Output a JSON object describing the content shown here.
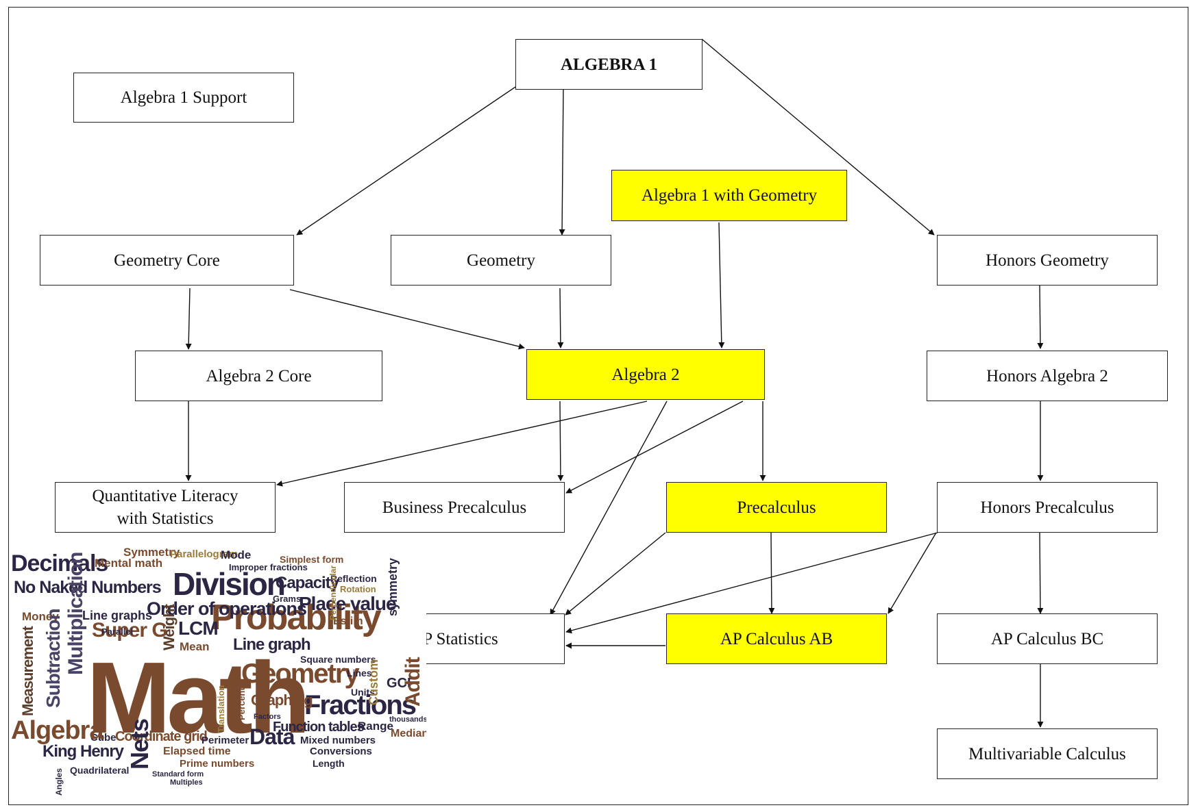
{
  "nodes": {
    "algebra1": "ALGEBRA 1",
    "algebra1_support": "Algebra 1 Support",
    "algebra1_geometry": "Algebra 1 with Geometry",
    "geometry_core": "Geometry Core",
    "geometry": "Geometry",
    "honors_geometry": "Honors Geometry",
    "algebra2_core": "Algebra 2 Core",
    "algebra2": "Algebra 2",
    "honors_algebra2": "Honors Algebra 2",
    "quant_literacy_line1": "Quantitative Literacy",
    "quant_literacy_line2": "with Statistics",
    "business_precalc": "Business Precalculus",
    "precalculus": "Precalculus",
    "honors_precalc": "Honors Precalculus",
    "ap_statistics": "AP Statistics",
    "ap_calc_ab": "AP Calculus AB",
    "ap_calc_bc": "AP Calculus BC",
    "multivariable": "Multivariable Calculus"
  },
  "word_cloud": {
    "w_math": "Math",
    "w_probability": "Probability",
    "w_division": "Division",
    "w_decimals": "Decimals",
    "w_no_naked": "No Naked Numbers",
    "w_order_ops": "Order of operations",
    "w_place_value": "Place value",
    "w_geometry": "Geometry",
    "w_fractions": "Fractions",
    "w_algebra": "Algebra",
    "w_data": "Data",
    "w_nets": "Nets",
    "w_king_henry": "King Henry",
    "w_coordinate": "Coordinate grid",
    "w_function_tables": "Function tables",
    "w_capacity": "Capacity",
    "w_line_graph": "Line graph",
    "w_graphing": "Graphing",
    "w_super_g": "Super G",
    "w_lcm": "LCM",
    "w_weight": "Weight",
    "w_multiplication": "Multiplication",
    "w_subtraction": "Subtraction",
    "w_measurement": "Measurement",
    "w_symmetry": "Symmetry",
    "w_parallelogram": "Parallelogram",
    "w_mode": "Mode",
    "w_mental_math": "Mental math",
    "w_money": "Money",
    "w_line_graphs": "Line graphs",
    "w_parallel": "Parallel",
    "w_mean": "Mean",
    "w_gcf": "GCF",
    "w_range": "Range",
    "w_median": "Median",
    "w_cube": "Cube",
    "w_perimeter": "Perimeter",
    "w_elapsed": "Elapsed time",
    "w_prime": "Prime numbers",
    "w_mixed": "Mixed numbers",
    "w_conversions": "Conversions",
    "w_length": "Length",
    "w_reflection": "Reflection",
    "w_rotation": "Rotation",
    "w_grams": "Grams",
    "w_simplest": "Simplest form",
    "w_improper": "Improper fractions",
    "w_quadrilateral": "Quadrilateral",
    "w_units": "Units",
    "w_lines": "Lines",
    "w_thousands": "thousands",
    "w_square": "Square numbers",
    "w_addition": "Addit",
    "w_translation": "Translation",
    "w_percent": "Percent",
    "w_factors": "Factors",
    "w_multiples": "Multiples",
    "w_standard": "Standard form",
    "w_angles": "Angles",
    "w_estim": "Estim",
    "w_custom": "Custom",
    "w_symmetry2": "symmetry",
    "w_perpendicular": "Perpendicular"
  }
}
